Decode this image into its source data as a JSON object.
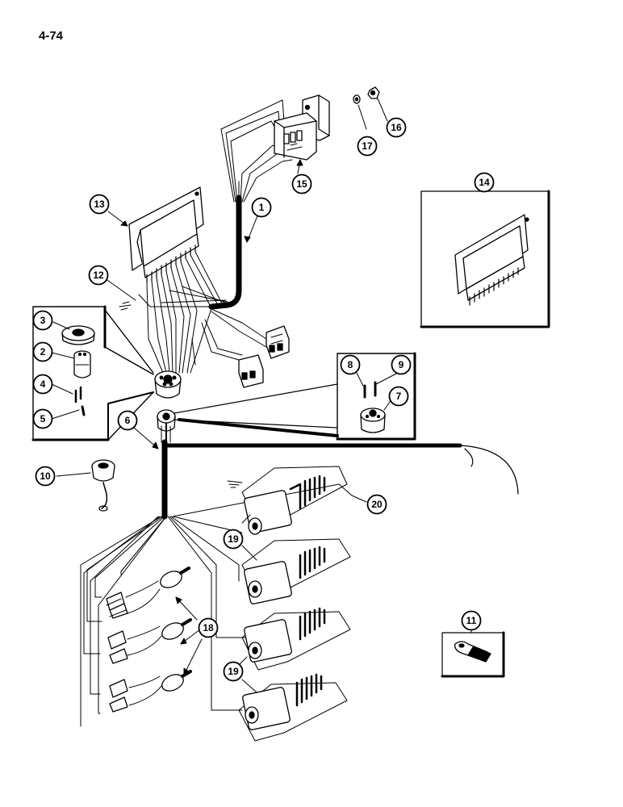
{
  "page_number": "4-74",
  "callouts": [
    {
      "id": "c1",
      "label": "1"
    },
    {
      "id": "c2",
      "label": "2"
    },
    {
      "id": "c3",
      "label": "3"
    },
    {
      "id": "c4",
      "label": "4"
    },
    {
      "id": "c5",
      "label": "5"
    },
    {
      "id": "c6",
      "label": "6"
    },
    {
      "id": "c7",
      "label": "7"
    },
    {
      "id": "c8",
      "label": "8"
    },
    {
      "id": "c9",
      "label": "9"
    },
    {
      "id": "c10",
      "label": "10"
    },
    {
      "id": "c11",
      "label": "11"
    },
    {
      "id": "c12",
      "label": "12"
    },
    {
      "id": "c13",
      "label": "13"
    },
    {
      "id": "c14",
      "label": "14"
    },
    {
      "id": "c15",
      "label": "15"
    },
    {
      "id": "c16",
      "label": "16"
    },
    {
      "id": "c17",
      "label": "17"
    },
    {
      "id": "c18",
      "label": "18"
    },
    {
      "id": "c19a",
      "label": "19"
    },
    {
      "id": "c19b",
      "label": "19"
    },
    {
      "id": "c20",
      "label": "20"
    }
  ],
  "colors": {
    "ink": "#000000",
    "paper": "#ffffff",
    "shade": "#cccccc"
  }
}
